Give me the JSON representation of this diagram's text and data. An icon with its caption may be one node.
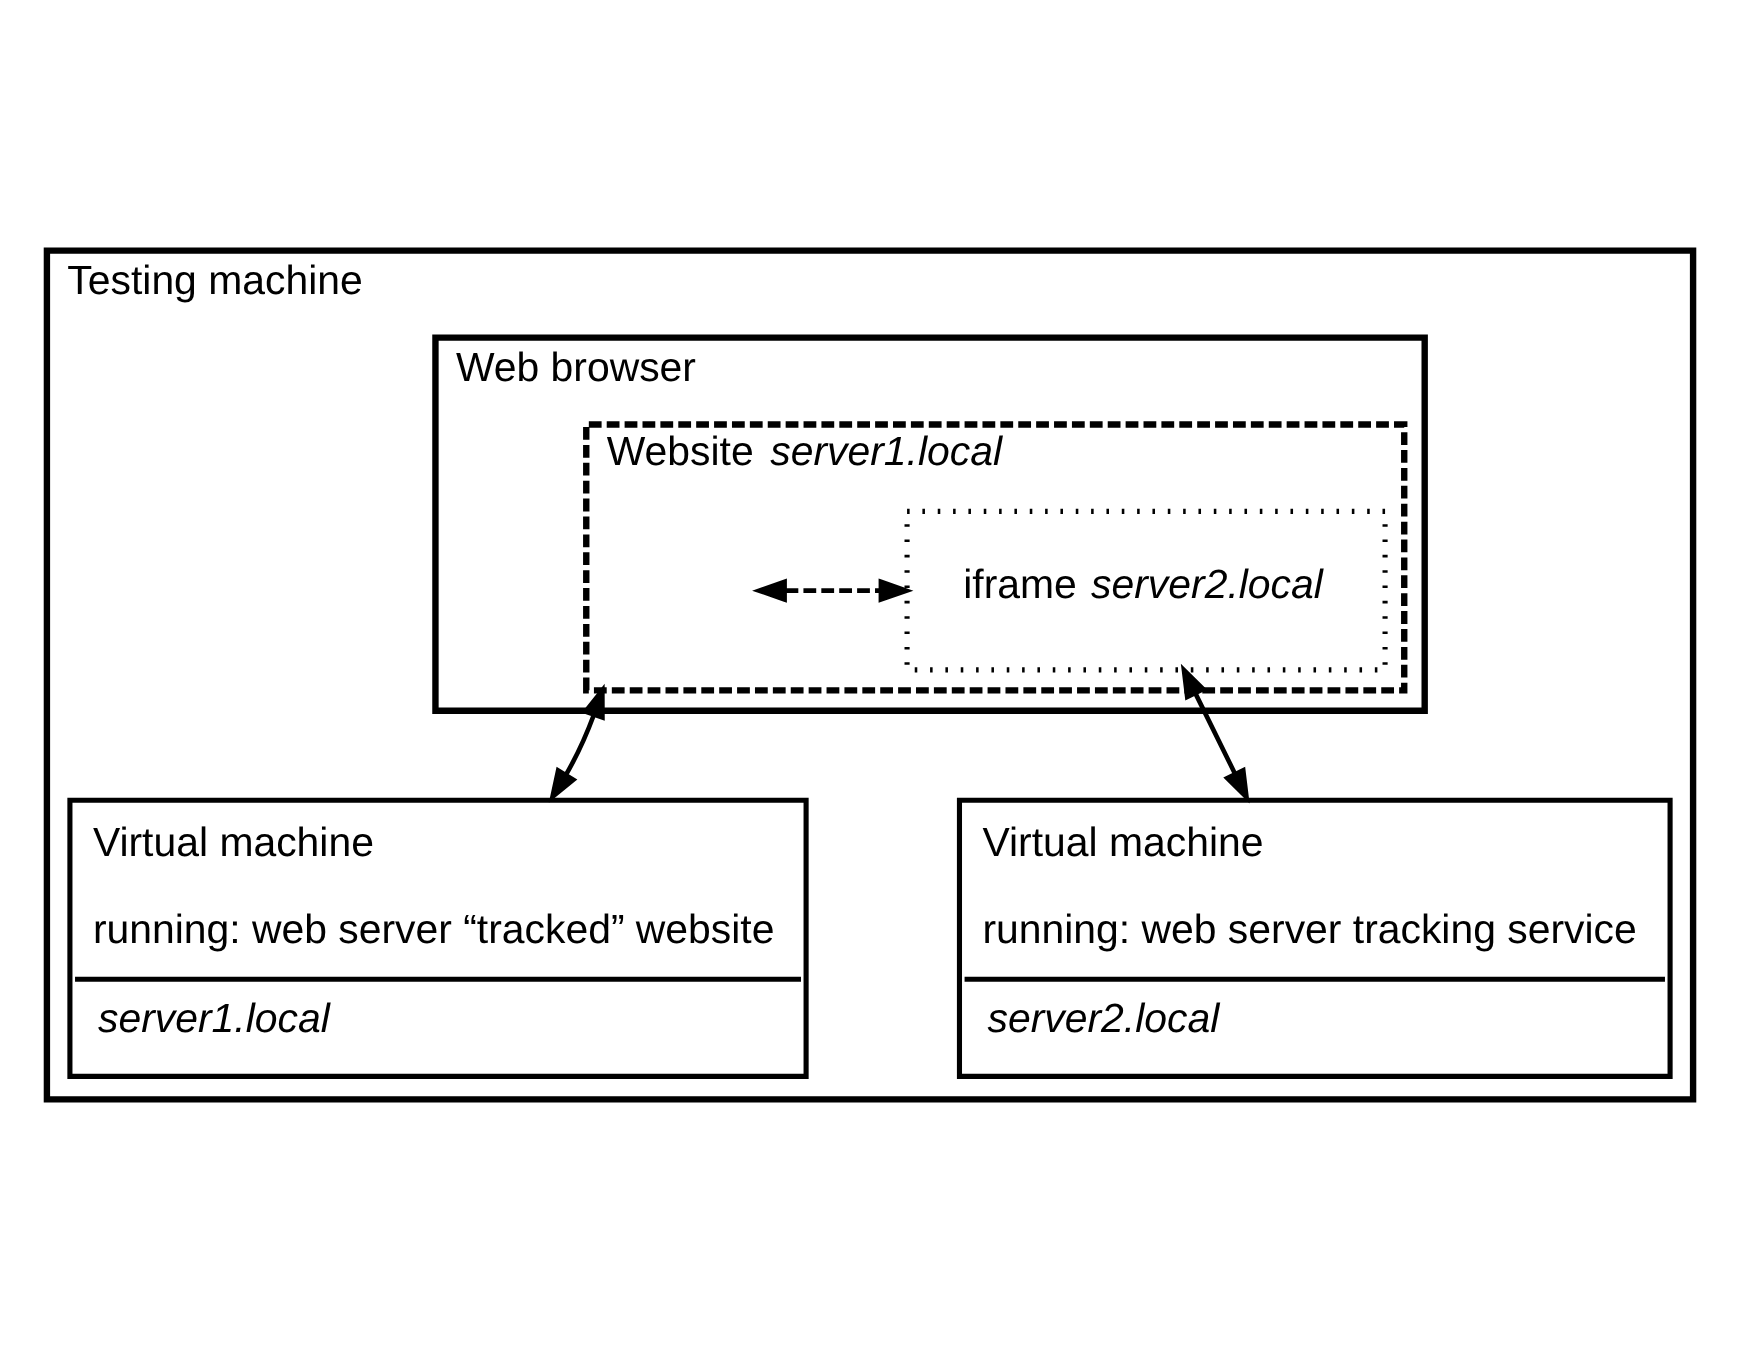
{
  "diagram": {
    "nodes": [
      {
        "text": [
          "Testing machine"
        ]
      },
      {
        "text": [
          "Web browser"
        ],
        "in": 0
      },
      {
        "text": [
          "Website *server1.local*"
        ],
        "in": 1
      },
      {
        "text": [
          "iframe *server2.local*"
        ],
        "in": 2
      },
      {
        "text": [
          "Virtual machine",
          "running: web server “tracked” website",
          "*server1.local*"
        ],
        "in": 0
      },
      {
        "text": [
          "Virtual machine",
          "running: web server tracking service",
          "*server2.local*"
        ],
        "in": 0
      }
    ],
    "edges": [
      {
        "from": null,
        "to": 3,
        "arrow": "both",
        "style": "dashed"
      },
      {
        "from": 2,
        "to": 4,
        "arrow": "both"
      },
      {
        "from": 3,
        "to": 5,
        "arrow": "both"
      }
    ]
  }
}
